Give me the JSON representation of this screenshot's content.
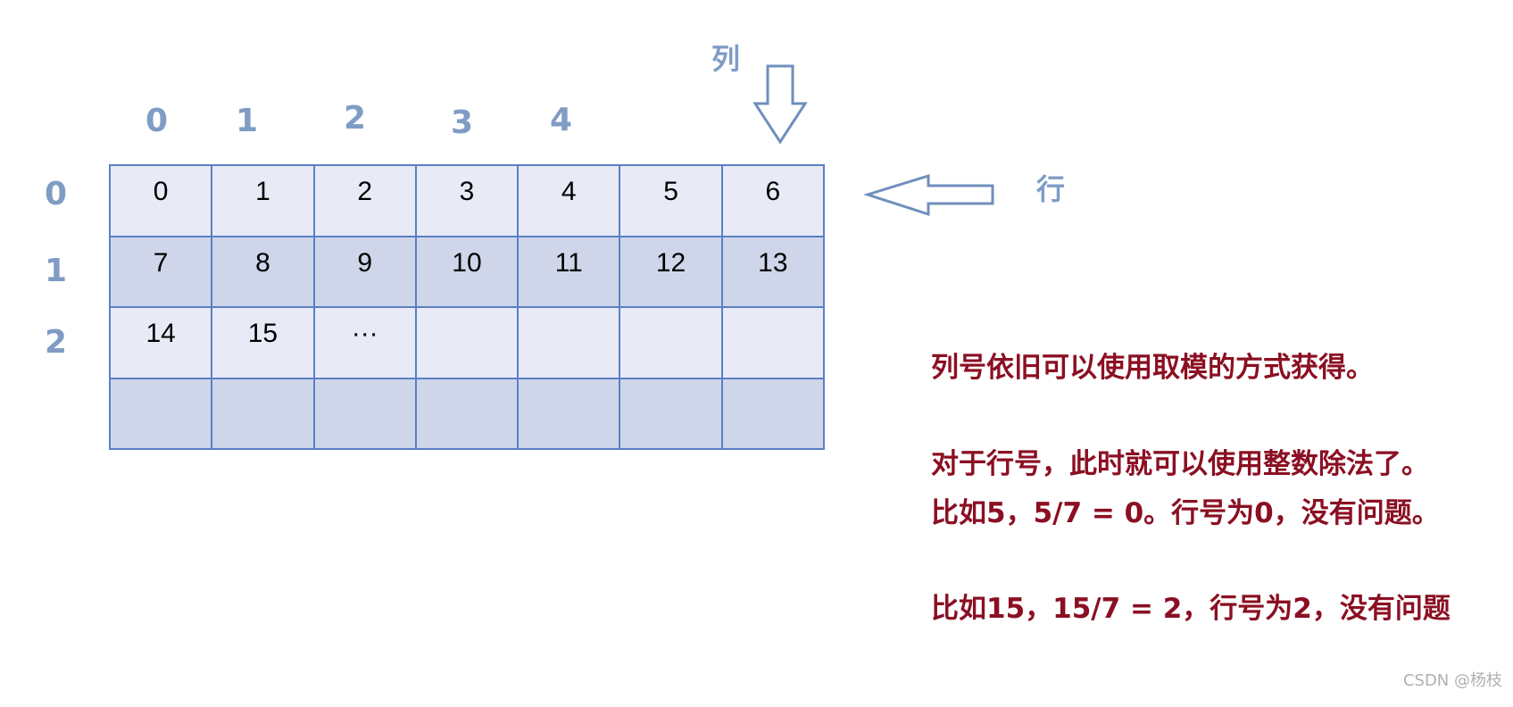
{
  "header": {
    "col_axis_label": "列",
    "row_axis_label": "行"
  },
  "column_indices": [
    "0",
    "1",
    "2",
    "3",
    "4"
  ],
  "row_indices": [
    "0",
    "1",
    "2"
  ],
  "grid": {
    "rows": [
      [
        "0",
        "1",
        "2",
        "3",
        "4",
        "5",
        "6"
      ],
      [
        "7",
        "8",
        "9",
        "10",
        "11",
        "12",
        "13"
      ],
      [
        "14",
        "15",
        "···",
        "",
        "",
        "",
        ""
      ],
      [
        "",
        "",
        "",
        "",
        "",
        "",
        ""
      ]
    ]
  },
  "explanation": {
    "line1": "列号依旧可以使用取模的方式获得。",
    "line2": "对于行号，此时就可以使用整数除法了。",
    "line3": "比如5，5/7 = 0。行号为0，没有问题。",
    "line4": "比如15，15/7 = 2，行号为2，没有问题"
  },
  "watermark": "CSDN @杨枝",
  "colors": {
    "axis_blue": "#7f9cc4",
    "grid_border": "#5b7fc4",
    "cell_light": "#e8ebf5",
    "cell_dark": "#cfd6ea",
    "text_dark_red": "#8b0f22",
    "arrow_stroke": "#6f8fbd"
  },
  "icons": {
    "down_arrow": "down-arrow-icon",
    "left_arrow": "left-arrow-icon"
  }
}
